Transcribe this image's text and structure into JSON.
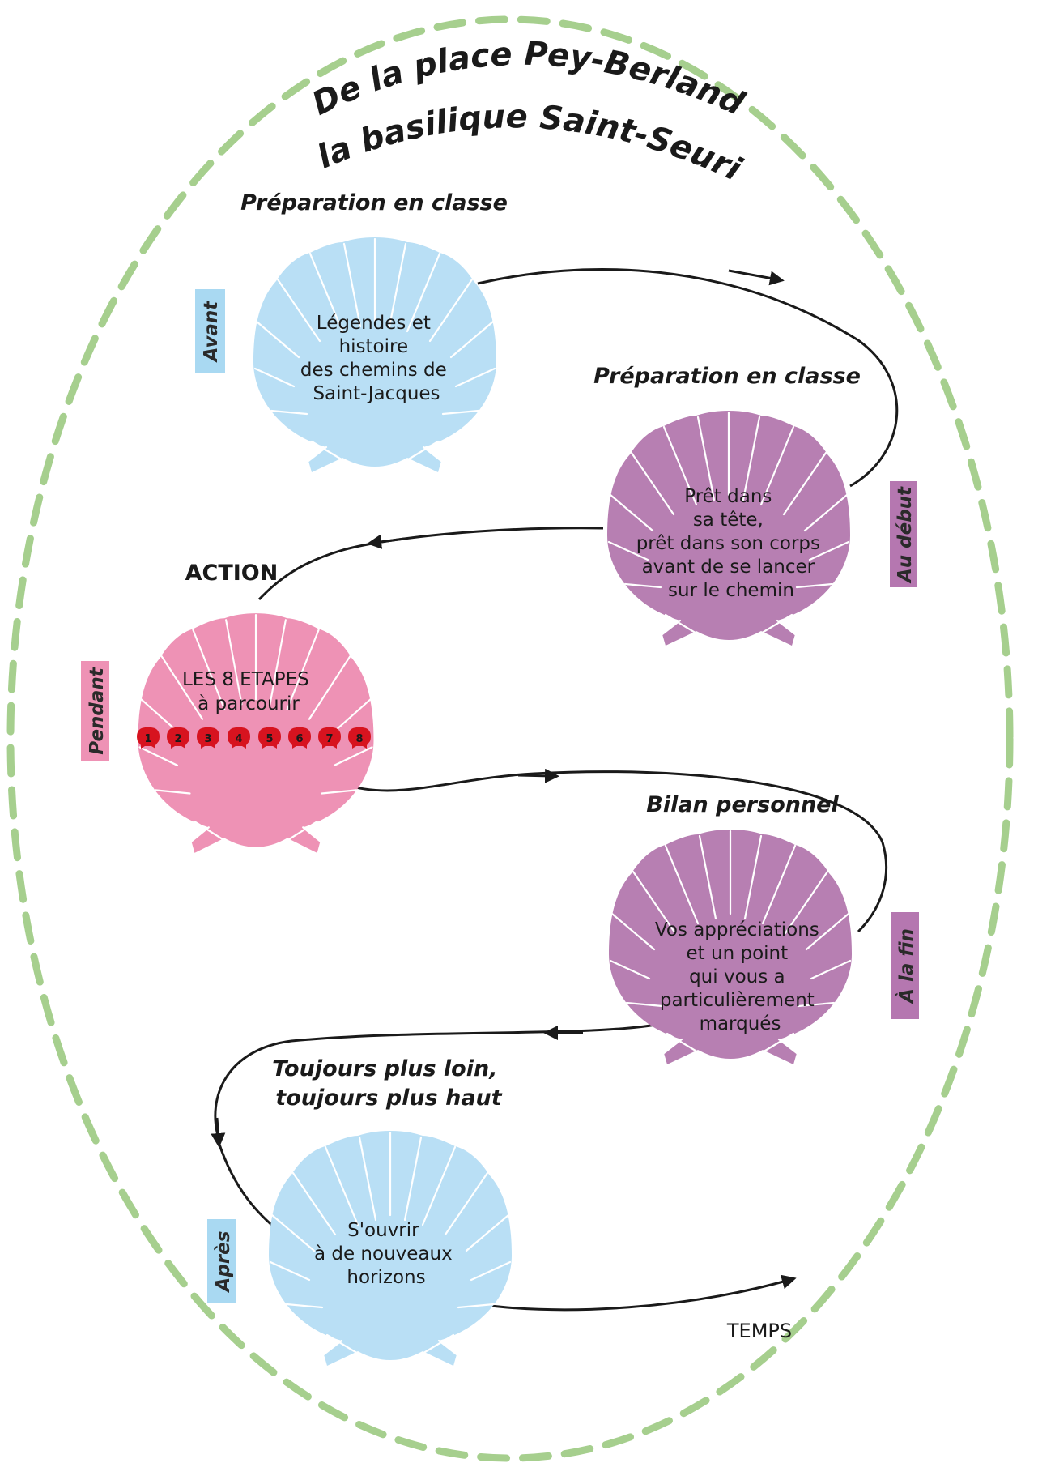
{
  "title": {
    "line1": "De la place Pey-Berland",
    "line2": "à la basilique Saint-Seurin"
  },
  "colors": {
    "border": "#a6cf8e",
    "blue": "#b9dff5",
    "purple": "#b77fb2",
    "pink": "#ee92b5",
    "blue_tag": "#a9d9f2",
    "purple_tag": "#b577b0",
    "pink_tag": "#ee92b5",
    "step_marker": "#d7131f"
  },
  "stages": [
    {
      "heading": "Préparation en classe",
      "phase": "Avant",
      "lines": [
        "Légendes et",
        "histoire",
        "des chemins de",
        "Saint-Jacques"
      ]
    },
    {
      "heading": "Préparation en classe",
      "phase": "Au début",
      "lines": [
        "Prêt dans",
        "sa tête,",
        "prêt dans son corps",
        "avant de se lancer",
        "sur le chemin"
      ]
    },
    {
      "heading": "ACTION",
      "phase": "Pendant",
      "lines": [
        "LES 8 ETAPES",
        "à parcourir"
      ],
      "steps": [
        "1",
        "2",
        "3",
        "4",
        "5",
        "6",
        "7",
        "8"
      ]
    },
    {
      "heading": "Bilan personnel",
      "phase": "À la fin",
      "lines": [
        "Vos appréciations",
        "et un point",
        "qui vous a",
        "particulièrement",
        "marqués"
      ]
    },
    {
      "heading_lines": [
        "Toujours plus loin,",
        "toujours plus haut"
      ],
      "phase": "Après",
      "lines": [
        "S'ouvrir",
        "à de nouveaux",
        "horizons"
      ]
    }
  ],
  "time_axis_label": "TEMPS"
}
